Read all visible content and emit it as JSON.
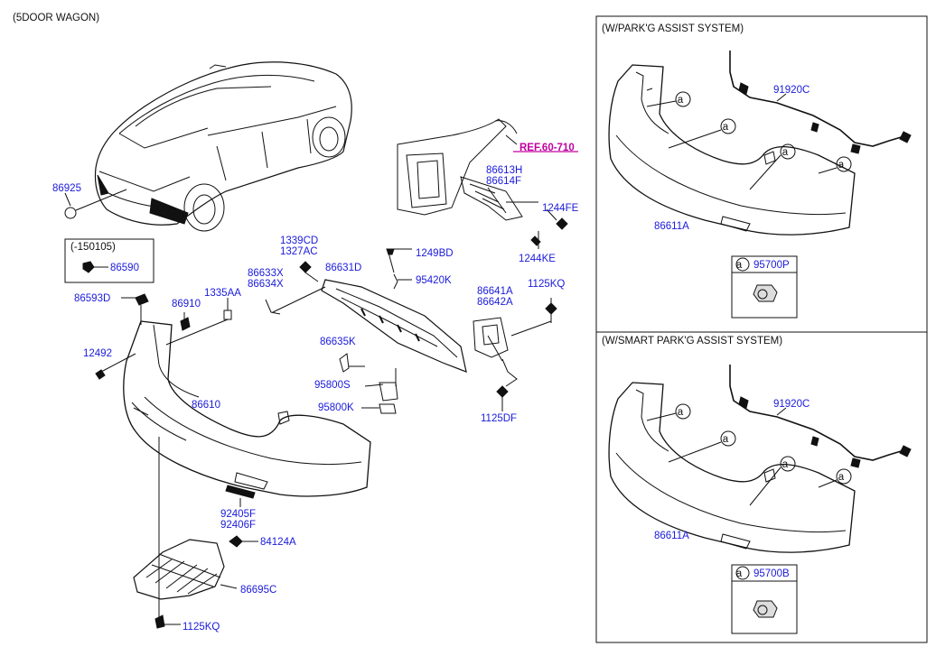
{
  "title": "(5DOOR WAGON)",
  "colors": {
    "part_number": "#1a1adb",
    "reference": "#c000a0",
    "line": "#111111"
  },
  "reference": "REF.60-710",
  "date_box": {
    "label": "(-150105)",
    "part": "86590"
  },
  "parts": {
    "p86925": "86925",
    "p1339CD": "1339CD",
    "p1327AC": "1327AC",
    "p1249BD": "1249BD",
    "p86613H": "86613H",
    "p86614F": "86614F",
    "p1244FE": "1244FE",
    "p1244KE": "1244KE",
    "p86633X": "86633X",
    "p86634X": "86634X",
    "p86631D": "86631D",
    "p95420K": "95420K",
    "p86641A": "86641A",
    "p86642A": "86642A",
    "p1125KQ_top": "1125KQ",
    "p86593D": "86593D",
    "p86910": "86910",
    "p1335AA": "1335AA",
    "p12492": "12492",
    "p86635K": "86635K",
    "p95800S": "95800S",
    "p95800K": "95800K",
    "p86610": "86610",
    "p1125DF": "1125DF",
    "p92405F": "92405F",
    "p92406F": "92406F",
    "p84124A": "84124A",
    "p86695C": "86695C",
    "p1125KQ_bot": "1125KQ"
  },
  "panels": [
    {
      "title": "(W/PARK'G ASSIST SYSTEM)",
      "harness": "91920C",
      "bumper": "86611A",
      "sensor_ref": "a",
      "sensor": "95700P",
      "callout": "a"
    },
    {
      "title": "(W/SMART PARK'G ASSIST SYSTEM)",
      "harness": "91920C",
      "bumper": "86611A",
      "sensor_ref": "a",
      "sensor": "95700B",
      "callout": "a"
    }
  ]
}
